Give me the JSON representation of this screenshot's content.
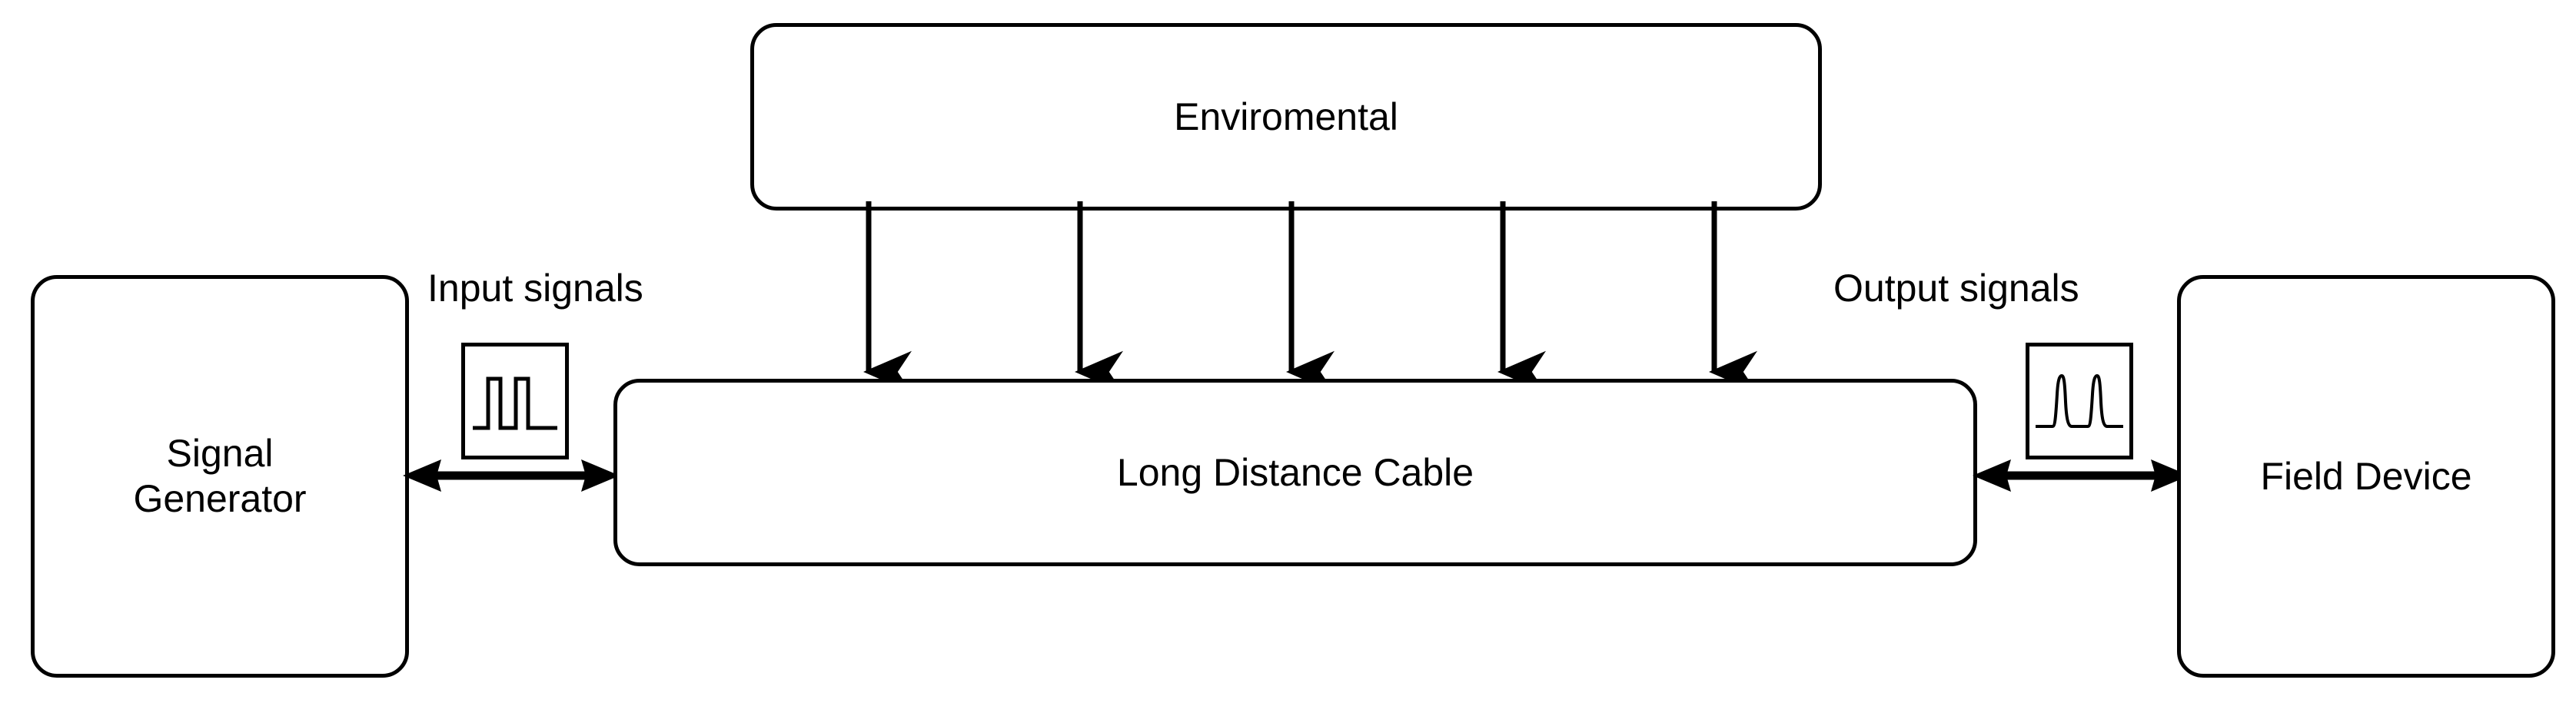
{
  "diagram": {
    "title_text_present": false,
    "background_color": "#ffffff",
    "stroke_color": "#000000",
    "nodes": {
      "signal_generator": {
        "label": "Signal\nGenerator"
      },
      "environmental": {
        "label": "Enviromental"
      },
      "long_distance_cable": {
        "label": "Long Distance Cable"
      },
      "field_device": {
        "label": "Field Device"
      }
    },
    "edge_labels": {
      "input_signals": "Input signals",
      "output_signals": "Output signals"
    },
    "icons": {
      "input_scope": "square-wave-icon",
      "output_scope": "distorted-pulse-wave-icon",
      "environmental_arrows": "down-arrow-icon",
      "left_link": "double-headed-arrow-icon",
      "right_link": "double-headed-arrow-icon"
    },
    "environmental_arrow_count": 5
  }
}
